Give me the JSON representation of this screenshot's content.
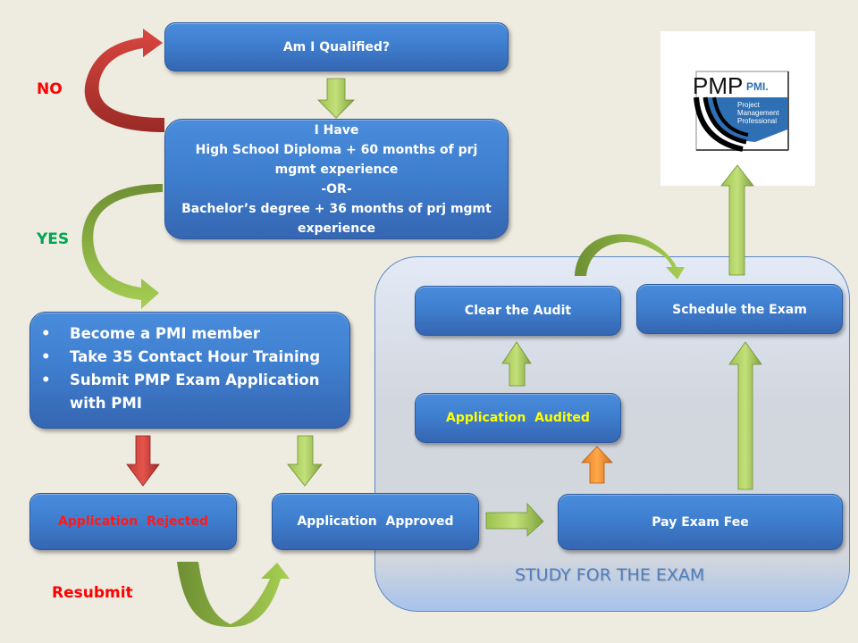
{
  "labels": {
    "no": "NO",
    "yes": "YES",
    "resubmit": "Resubmit",
    "study": "STUDY FOR THE EXAM"
  },
  "boxes": {
    "qualified": "Am I Qualified?",
    "requirements": {
      "lines": [
        "I Have",
        "High School Diploma + 60 months of prj",
        "mgmt experience",
        "-OR-",
        "Bachelor’s degree + 36 months of prj mgmt",
        "experience"
      ]
    },
    "steps": [
      "Become a PMI member",
      "Take 35 Contact Hour Training",
      "Submit PMP Exam Application",
      "with PMI"
    ],
    "rejected": "Application  Rejected",
    "approved": "Application  Approved",
    "pay_fee": "Pay Exam Fee",
    "audited": "Application  Audited",
    "clear_audit": "Clear the Audit",
    "schedule": "Schedule the Exam"
  },
  "logo": {
    "title": "PMP",
    "org": "PMI.",
    "line1": "Project",
    "line2": "Management",
    "line3": "Professional"
  },
  "colors": {
    "no": "#ff0000",
    "yes": "#00a651",
    "resubmit": "#ff0000",
    "rejected_text": "#ff1a1a",
    "audited_text": "#ffff00",
    "box_blue": "#3f7fcf",
    "study_text": "#4f7fbe",
    "arrow_green": "#8ab34a",
    "arrow_red": "#c0392b",
    "arrow_orange": "#f0882a"
  }
}
